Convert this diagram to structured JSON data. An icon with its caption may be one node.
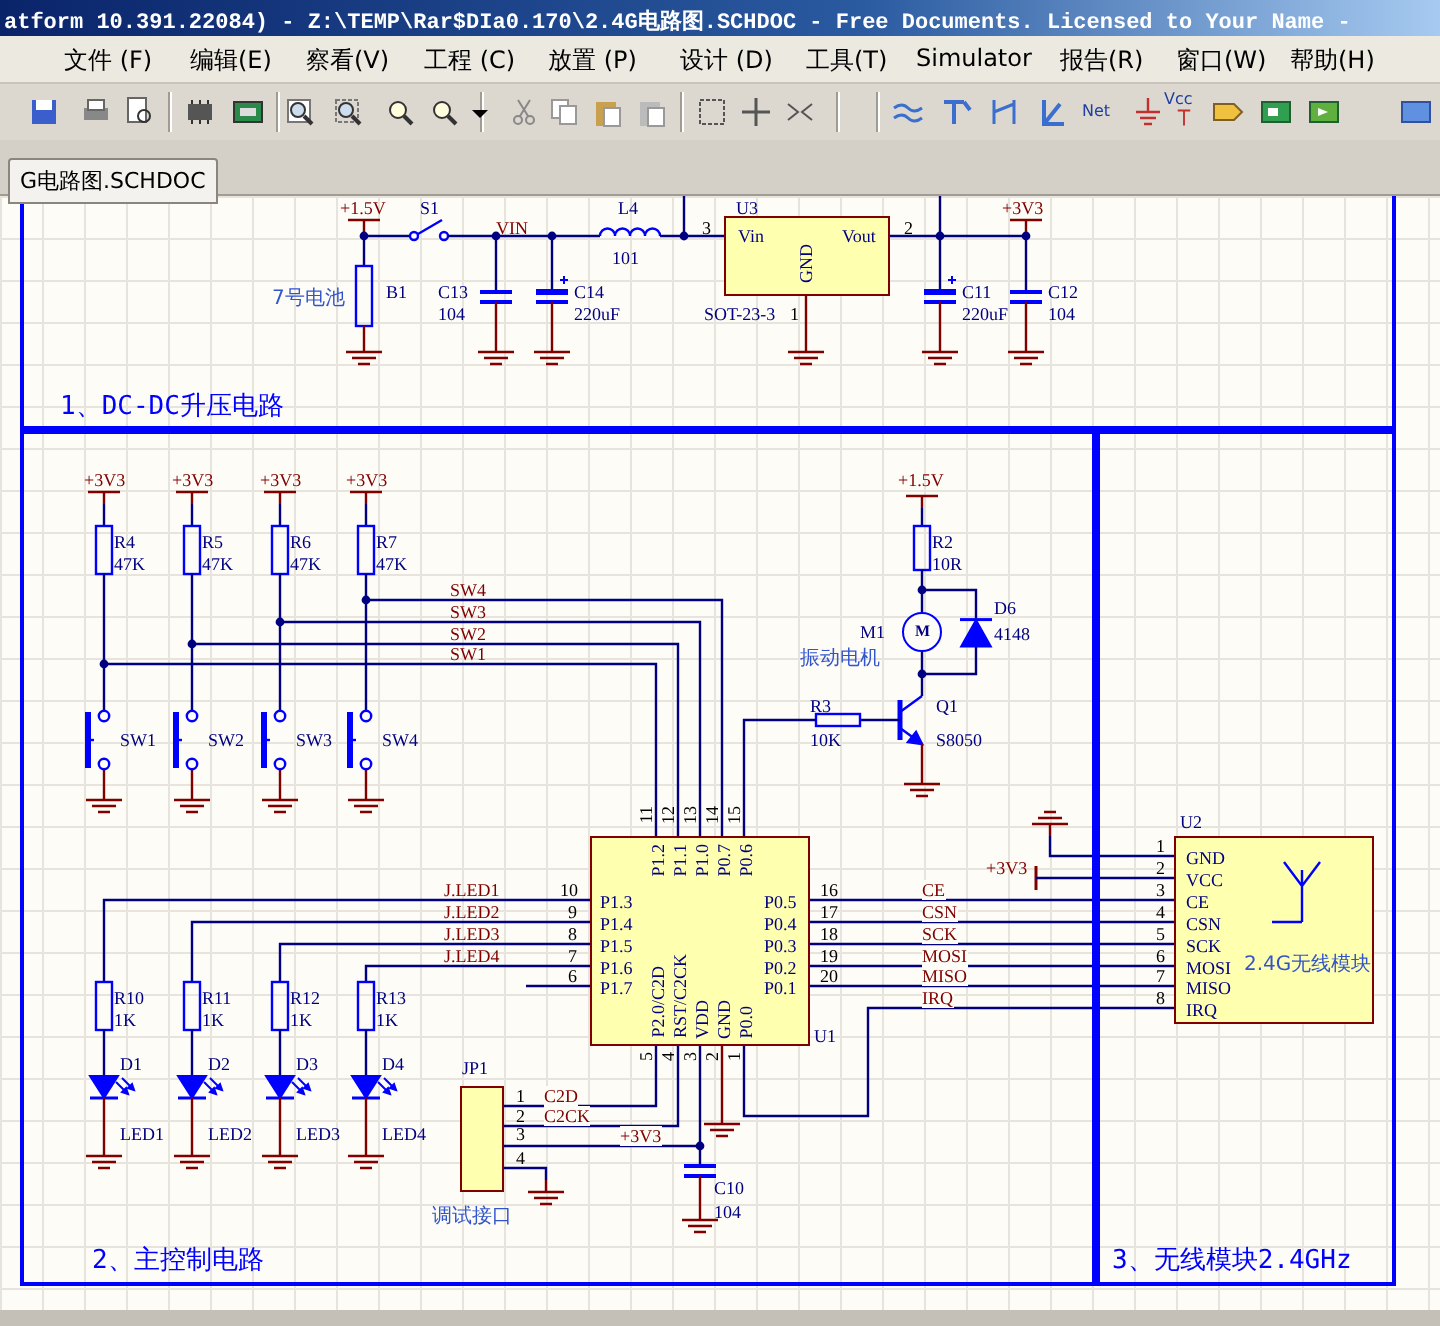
{
  "diagram": {
    "nodes": [
      {
        "text": [
          "1、DC-DC升压电路"
        ]
      },
      {
        "text": [
          "Vin",
          "GND",
          "Vout"
        ],
        "in": 0
      },
      {
        "text": [
          "2、主控制电路"
        ]
      },
      {
        "text": [
          "P1.2",
          "P1.1",
          "P1.0",
          "P0.7",
          "P0.6",
          "P1.3",
          "P1.4",
          "P1.5",
          "P1.6",
          "P1.7",
          "P0.5",
          "P0.4",
          "P0.3",
          "P0.2",
          "P0.1",
          "P2.0/C2D",
          "RST/C2CK",
          "VDD",
          "GND",
          "P0.0"
        ],
        "in": 2
      },
      {
        "text": [],
        "shape": "box",
        "in": 2
      },
      {
        "text": [
          "3、无线模块2.4GHz"
        ]
      },
      {
        "text": [
          "GND",
          "VCC",
          "CE",
          "CSN",
          "SCK",
          "MOSI",
          "MISO",
          "IRQ",
          "2.4G无线模块"
        ],
        "in": 5
      },
      {
        "text": [],
        "shape": "switch",
        "in": 2
      },
      {
        "text": [],
        "shape": "switch",
        "in": 2
      },
      {
        "text": [],
        "shape": "switch",
        "in": 2
      },
      {
        "text": [],
        "shape": "switch",
        "in": 2
      },
      {
        "text": [
          "M"
        ],
        "in": 2
      },
      {
        "text": [],
        "shape": "diode",
        "in": 2
      }
    ],
    "edges": [
      {
        "from": 3,
        "to": 6,
        "arrow": "none",
        "label": "CE"
      },
      {
        "from": 3,
        "to": 6,
        "arrow": "none",
        "label": "CSN"
      },
      {
        "from": 3,
        "to": 6,
        "arrow": "none",
        "label": "SCK"
      },
      {
        "from": 3,
        "to": 6,
        "arrow": "none",
        "label": "MOSI"
      },
      {
        "from": 3,
        "to": 6,
        "arrow": "none",
        "label": "MISO"
      },
      {
        "from": 3,
        "to": 6,
        "arrow": "none",
        "label": "IRQ"
      },
      {
        "from": 4,
        "to": 3,
        "arrow": "none",
        "label": "C2D"
      },
      {
        "from": 4,
        "to": 3,
        "arrow": "none",
        "label": "C2CK"
      },
      {
        "from": 4,
        "to": 3,
        "arrow": "none",
        "label": "+3V3"
      },
      {
        "from": 3,
        "to": 7,
        "arrow": "none"
      },
      {
        "from": 3,
        "to": 8,
        "arrow": "none"
      },
      {
        "from": 3,
        "to": 9,
        "arrow": "none"
      },
      {
        "from": 3,
        "to": 10,
        "arrow": "none"
      },
      {
        "from": 11,
        "to": 12,
        "arrow": "none"
      },
      {
        "from": 11,
        "to": 12,
        "arrow": "none"
      }
    ],
    "labels": [
      "atform 10.391.22084) - Z:\\TEMP\\Rar$DIa0.170\\2.4G电路图.SCHDOC - Free Documents. Licensed to Your Name -",
      "文件 (F)",
      "编辑(E)",
      "察看(V)",
      "工程 (C)",
      "放置 (P)",
      "设计 (D)",
      "工具(T)",
      "Simulator",
      "报告(R)",
      "窗口(W)",
      "帮助(H)",
      "Net",
      "Vcc",
      "G电路图.SCHDOC",
      "+1.5V",
      "S1",
      "L4",
      "U3",
      "+3V3",
      "VIN",
      "3",
      "2",
      "101",
      "7号电池",
      "B1",
      "C13",
      "C14",
      "C11",
      "C12",
      "104",
      "220uF",
      "SOT-23-3",
      "1",
      "220uF",
      "104",
      "+3V3",
      "+3V3",
      "+3V3",
      "+3V3",
      "+1.5V",
      "R4",
      "R5",
      "R6",
      "R7",
      "R2",
      "47K",
      "47K",
      "47K",
      "47K",
      "10R",
      "SW4",
      "SW3",
      "D6",
      "SW2",
      "M1",
      "4148",
      "SW1",
      "振动电机",
      "R3",
      "Q1",
      "SW1",
      "SW2",
      "SW3",
      "SW4",
      "10K",
      "S8050",
      "11",
      "12",
      "13",
      "14",
      "15",
      "U2",
      "1",
      "+3V3",
      "2",
      "J.LED1",
      "10",
      "16",
      "3",
      "J.LED2",
      "9",
      "17",
      "4",
      "J.LED3",
      "8",
      "18",
      "5",
      "J.LED4",
      "7",
      "19",
      "6",
      "6",
      "20",
      "7",
      "R10",
      "R11",
      "R12",
      "R13",
      "8",
      "1K",
      "1K",
      "1K",
      "1K",
      "U1",
      "D1",
      "D2",
      "D3",
      "D4",
      "JP1",
      "5",
      "4",
      "3",
      "2",
      "1",
      "1",
      "2",
      "LED1",
      "LED2",
      "LED3",
      "LED4",
      "3",
      "4",
      "C10",
      "调试接口",
      "104"
    ]
  }
}
